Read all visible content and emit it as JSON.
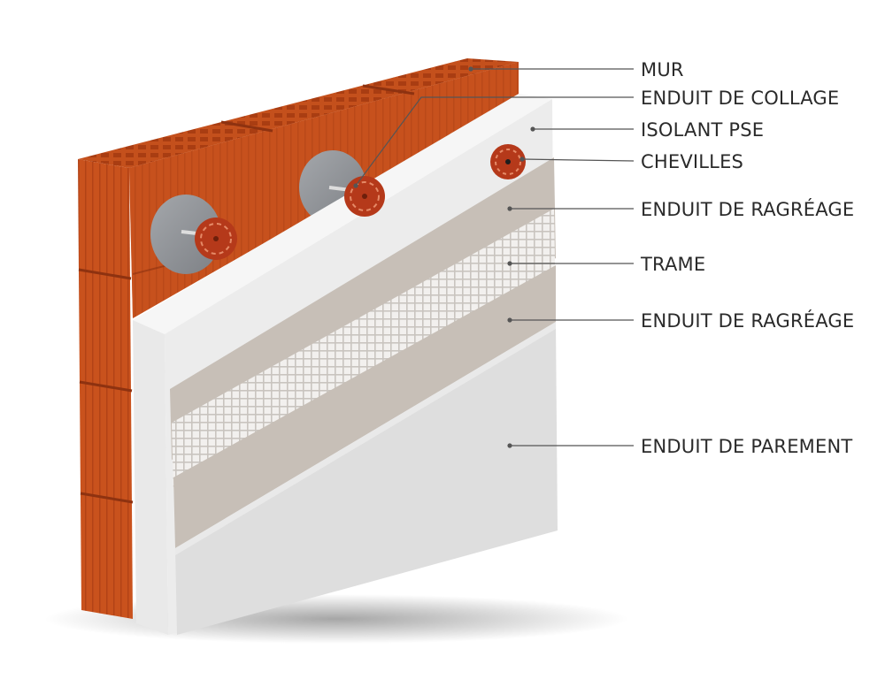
{
  "diagram": {
    "labels": [
      {
        "id": "mur",
        "text": "MUR"
      },
      {
        "id": "enduit-collage",
        "text": "ENDUIT DE COLLAGE"
      },
      {
        "id": "isolant",
        "text": "ISOLANT PSE"
      },
      {
        "id": "chevilles",
        "text": "CHEVILLES"
      },
      {
        "id": "ragreage-1",
        "text": "ENDUIT DE RAGRÉAGE"
      },
      {
        "id": "trame",
        "text": "TRAME"
      },
      {
        "id": "ragreage-2",
        "text": "ENDUIT DE RAGRÉAGE"
      },
      {
        "id": "parement",
        "text": "ENDUIT DE PAREMENT"
      }
    ],
    "colors": {
      "brick": "#c4501c",
      "brick_dark": "#a93d12",
      "brick_top": "#e0743a",
      "insulation": "#ececec",
      "insulation_side": "#f4f4f4",
      "ragreage": "#c7bfb7",
      "mesh": "#e2dfdc",
      "parement": "#dedede",
      "anchor_red": "#b5391a",
      "plate_grey": "#8f9296",
      "line": "#555555"
    }
  }
}
